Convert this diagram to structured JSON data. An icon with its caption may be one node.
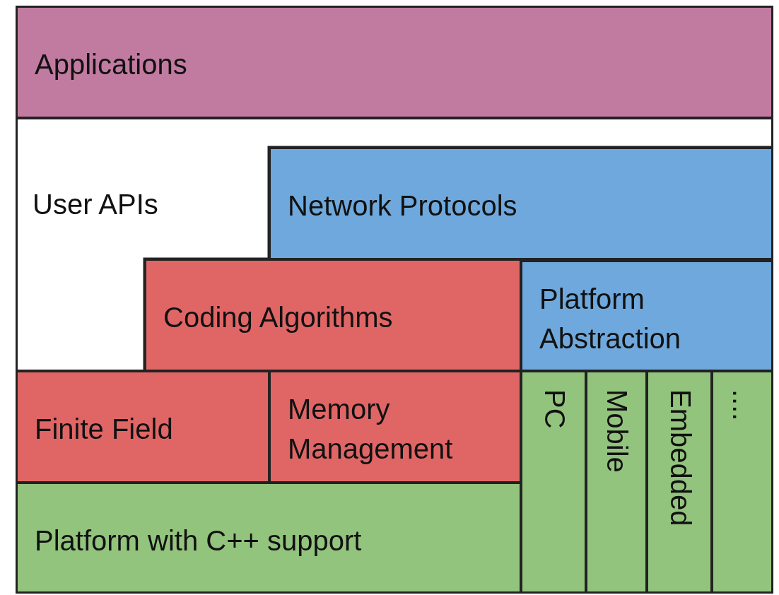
{
  "diagram": {
    "nodes": [
      {
        "text": [
          "Applications"
        ]
      },
      {
        "text": [
          "User APIs"
        ]
      },
      {
        "text": [
          "Network Protocols"
        ]
      },
      {
        "text": [
          "Coding Algorithms"
        ]
      },
      {
        "text": [
          "Platform Abstraction"
        ]
      },
      {
        "text": [
          "Finite Field"
        ]
      },
      {
        "text": [
          "Memory Management"
        ]
      },
      {
        "text": [
          "Platform with C++ support"
        ]
      },
      {
        "text": [
          "PC"
        ]
      },
      {
        "text": [
          "Mobile"
        ]
      },
      {
        "text": [
          "Embedded"
        ]
      },
      {
        "text": [
          "...."
        ]
      }
    ]
  }
}
